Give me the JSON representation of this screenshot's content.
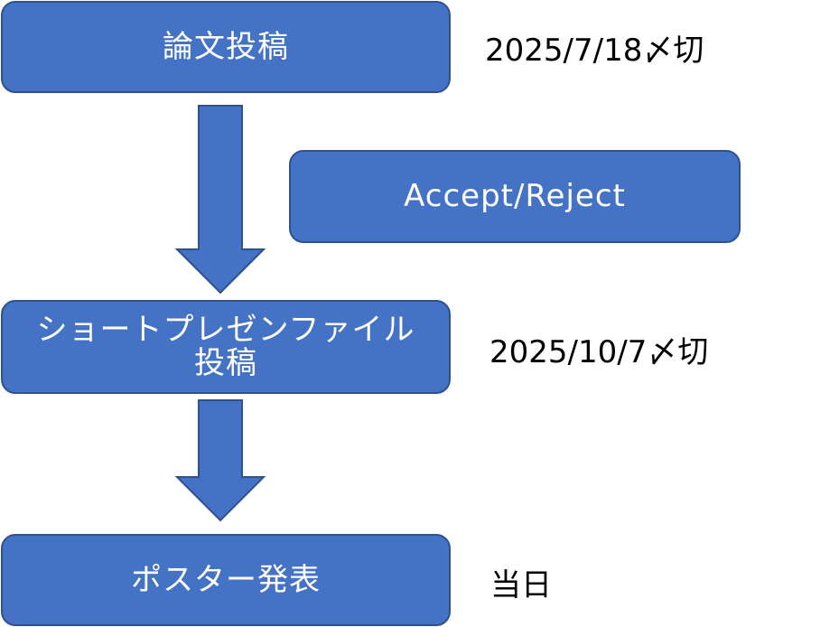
{
  "colors": {
    "box_fill": "#4472c4",
    "box_border": "#2f528f",
    "box_text": "#ffffff",
    "note_text": "#000000"
  },
  "steps": [
    {
      "label": "論文投稿",
      "note": "2025/7/18〆切"
    },
    {
      "label": "Accept/Reject"
    },
    {
      "label": "ショートプレゼンファイル\n投稿",
      "note": "2025/10/7〆切"
    },
    {
      "label": "ポスター発表",
      "note": "当日"
    }
  ]
}
